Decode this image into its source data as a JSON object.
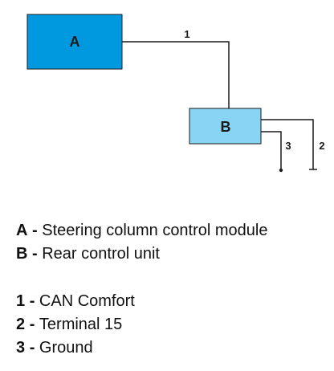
{
  "diagram": {
    "box_a": {
      "label": "A",
      "fill": "#0099e0"
    },
    "box_b": {
      "label": "B",
      "fill": "#88d4f4"
    },
    "wire_1_label": "1",
    "wire_2_label": "2",
    "wire_3_label": "3"
  },
  "legend": {
    "components": [
      {
        "key": "A",
        "separator": "-",
        "text": "Steering column control module"
      },
      {
        "key": "B",
        "separator": "-",
        "text": "Rear control unit"
      }
    ],
    "wires": [
      {
        "key": "1",
        "separator": "-",
        "text": "CAN Comfort"
      },
      {
        "key": "2",
        "separator": "-",
        "text": "Terminal 15"
      },
      {
        "key": "3",
        "separator": "-",
        "text": "Ground"
      }
    ]
  }
}
